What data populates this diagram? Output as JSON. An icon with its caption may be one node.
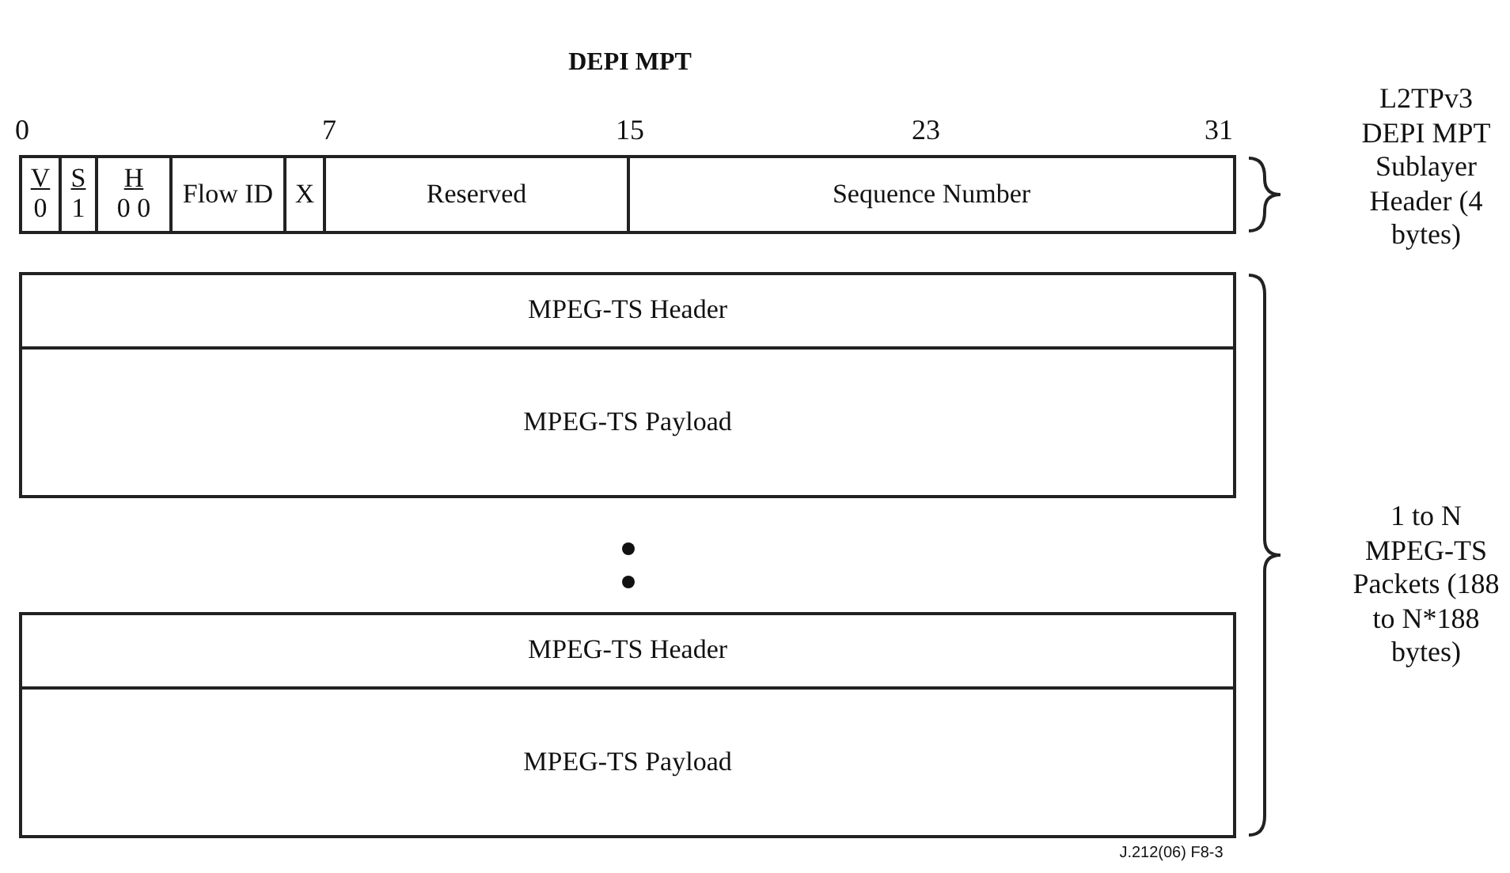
{
  "diagram": {
    "title": "DEPI MPT",
    "nodes": [
      {
        "text": [
          "V",
          "0"
        ]
      },
      {
        "text": [
          "S",
          "1"
        ]
      },
      {
        "text": [
          "H",
          "0 0"
        ]
      },
      {
        "text": [
          "Flow ID"
        ]
      },
      {
        "text": [
          "X"
        ]
      },
      {
        "text": [
          "Reserved"
        ]
      },
      {
        "text": [
          "Sequence Number"
        ]
      },
      {
        "text": [
          "MPEG-TS Header"
        ]
      },
      {
        "text": [
          "MPEG-TS Payload"
        ]
      },
      {
        "text": [
          "MPEG-TS Header"
        ]
      },
      {
        "text": [
          "MPEG-TS Payload"
        ]
      }
    ],
    "edges": [],
    "labels": [
      "0",
      "7",
      "15",
      "23",
      "31",
      "L2TPv3 DEPI MPT Sublayer Header (4 bytes)",
      "1 to N MPEG-TS Packets (188 to N*188 bytes)",
      "J.212(06) F8-3"
    ]
  }
}
